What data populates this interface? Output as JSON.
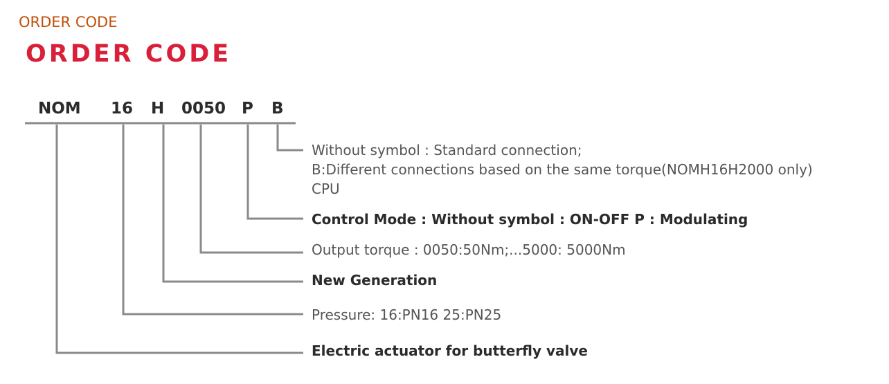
{
  "top_label": "ORDER CODE",
  "heading": "ORDER CODE",
  "code": {
    "seg_nom": "NOM",
    "seg_16": "16",
    "seg_h": "H",
    "seg_0050": "0050",
    "seg_p": "P",
    "seg_b": "B"
  },
  "descriptions": {
    "b_line1": "Without symbol : Standard connection;",
    "b_line2": "B:Different connections based on the same torque(NOMH16H2000 only)",
    "b_line3": "CPU",
    "p": "Control Mode : Without symbol : ON-OFF P : Modulating",
    "torque": "Output torque :  0050:50Nm;...5000: 5000Nm",
    "h": "New Generation",
    "pressure": "Pressure: 16:PN16 25:PN25",
    "nom": "Electric actuator for butterfly valve"
  },
  "colors": {
    "heading": "#d9203a",
    "top_label": "#c0500a",
    "line": "#8a8a8a"
  }
}
